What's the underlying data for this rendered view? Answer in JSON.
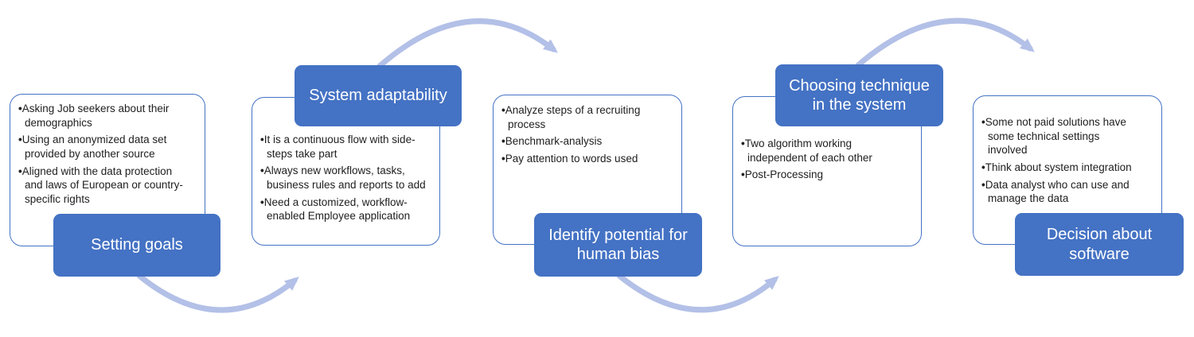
{
  "colors": {
    "accent_blue": "#4472C4",
    "card_border": "#4472C4",
    "arrow": "#B3C0E7",
    "title_text": "#FFFFFF",
    "body_text": "#202020"
  },
  "stages": [
    {
      "title": "Setting goals",
      "title_position": "bottom",
      "bullets": [
        "Asking Job seekers about their demographics",
        "Using an anonymized data set provided by another source",
        "Aligned with the data protection and laws of European or country-specific rights"
      ]
    },
    {
      "title": "System adaptability",
      "title_position": "top",
      "bullets": [
        "It is a continuous flow with side-steps take part",
        "Always new workflows, tasks, business rules and reports to add",
        "Need a customized, workflow-enabled Employee application"
      ]
    },
    {
      "title": "Identify potential for human bias",
      "title_position": "bottom",
      "bullets": [
        "Analyze steps of a recruiting process",
        "Benchmark-analysis",
        "Pay attention to words used"
      ]
    },
    {
      "title": "Choosing technique in the system",
      "title_position": "top",
      "bullets": [
        "Two algorithm working independent of each other",
        "Post-Processing"
      ]
    },
    {
      "title": "Decision about software",
      "title_position": "bottom",
      "bullets": [
        "Some not paid solutions have some technical settings involved",
        "Think about system integration",
        "Data analyst who can use and manage the data"
      ]
    }
  ],
  "arrows": [
    {
      "from": "Setting goals",
      "to": "System adaptability",
      "curve": "bottom"
    },
    {
      "from": "System adaptability",
      "to": "Identify potential for human bias",
      "curve": "top"
    },
    {
      "from": "Identify potential for human bias",
      "to": "Choosing technique in the system",
      "curve": "bottom"
    },
    {
      "from": "Choosing technique in the system",
      "to": "Decision about software",
      "curve": "top"
    }
  ]
}
